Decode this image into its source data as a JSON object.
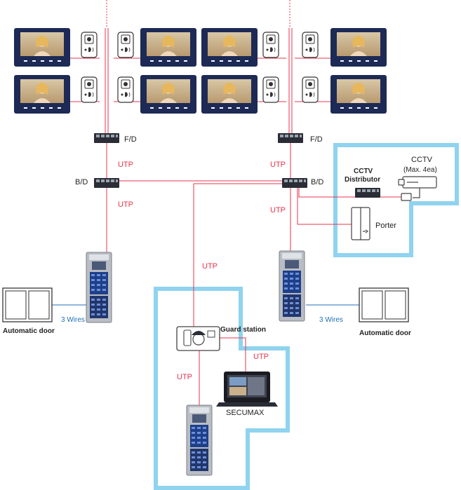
{
  "labels": {
    "fd": "F/D",
    "bd": "B/D",
    "utp": "UTP",
    "cctv": "CCTV",
    "cctv_max": "(Max. 4ea)",
    "cctv_distributor_1": "CCTV",
    "cctv_distributor_2": "Distributor",
    "porter": "Porter",
    "guard_station": "Guard station",
    "secumax": "SECUMAX",
    "automatic_door": "Automatic door",
    "three_wires": "3 Wires"
  },
  "colors": {
    "cable": "#e8344e",
    "wire_blue": "#1f6fb5",
    "zone_border": "#8fd3ef",
    "monitor_frame": "#1d2a55",
    "device_dark": "#2a2d36"
  }
}
